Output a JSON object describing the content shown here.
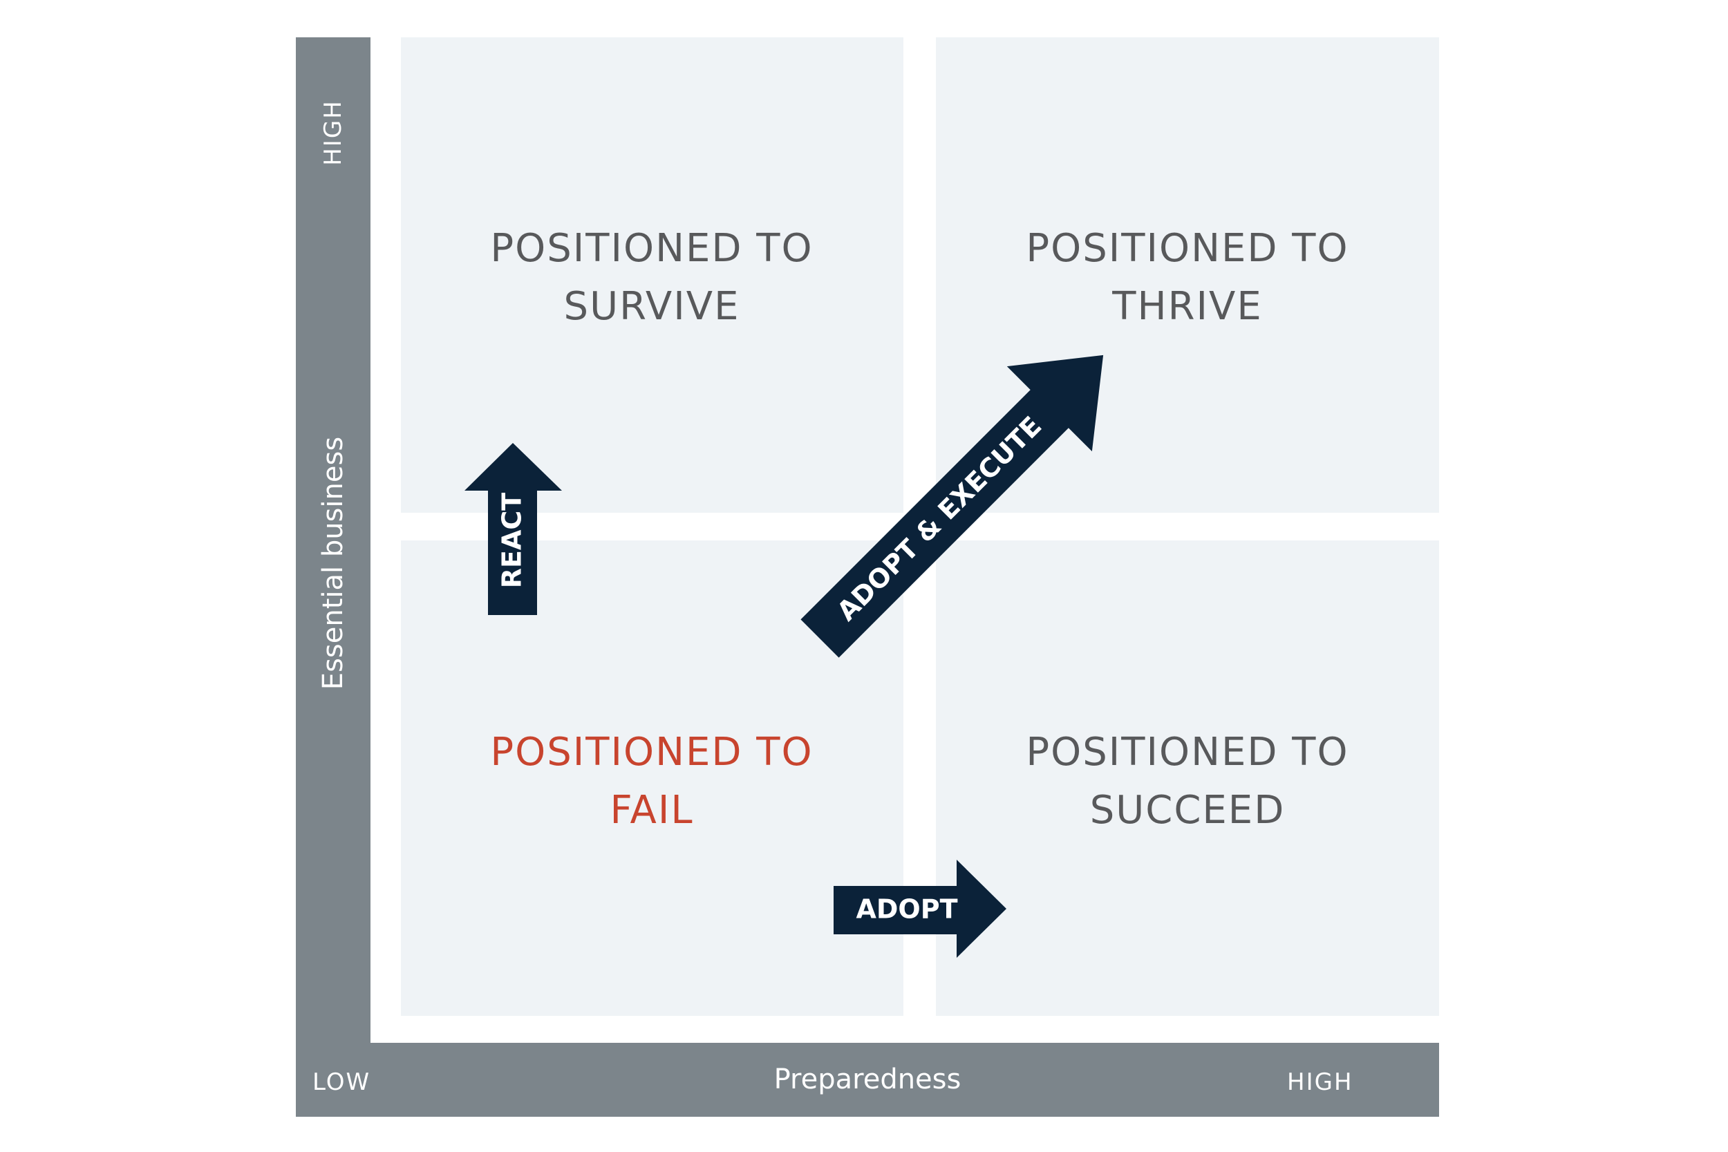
{
  "axes": {
    "x_title": "Preparedness",
    "x_low": "LOW",
    "x_high": "HIGH",
    "y_title": "Essential business",
    "y_high": "HIGH",
    "bar_color": "#7c858b"
  },
  "quadrants": {
    "top_left": "POSITIONED TO\nSURVIVE",
    "top_right": "POSITIONED TO\nTHRIVE",
    "bottom_left": "POSITIONED TO\nFAIL",
    "bottom_right": "POSITIONED TO\nSUCCEED",
    "background_color": "#eff3f6",
    "label_color": "#58595b",
    "fail_color": "#c8442e"
  },
  "arrows": {
    "react": "REACT",
    "adopt_execute": "ADOPT & EXECUTE",
    "adopt": "ADOPT",
    "color": "#0b2239"
  }
}
